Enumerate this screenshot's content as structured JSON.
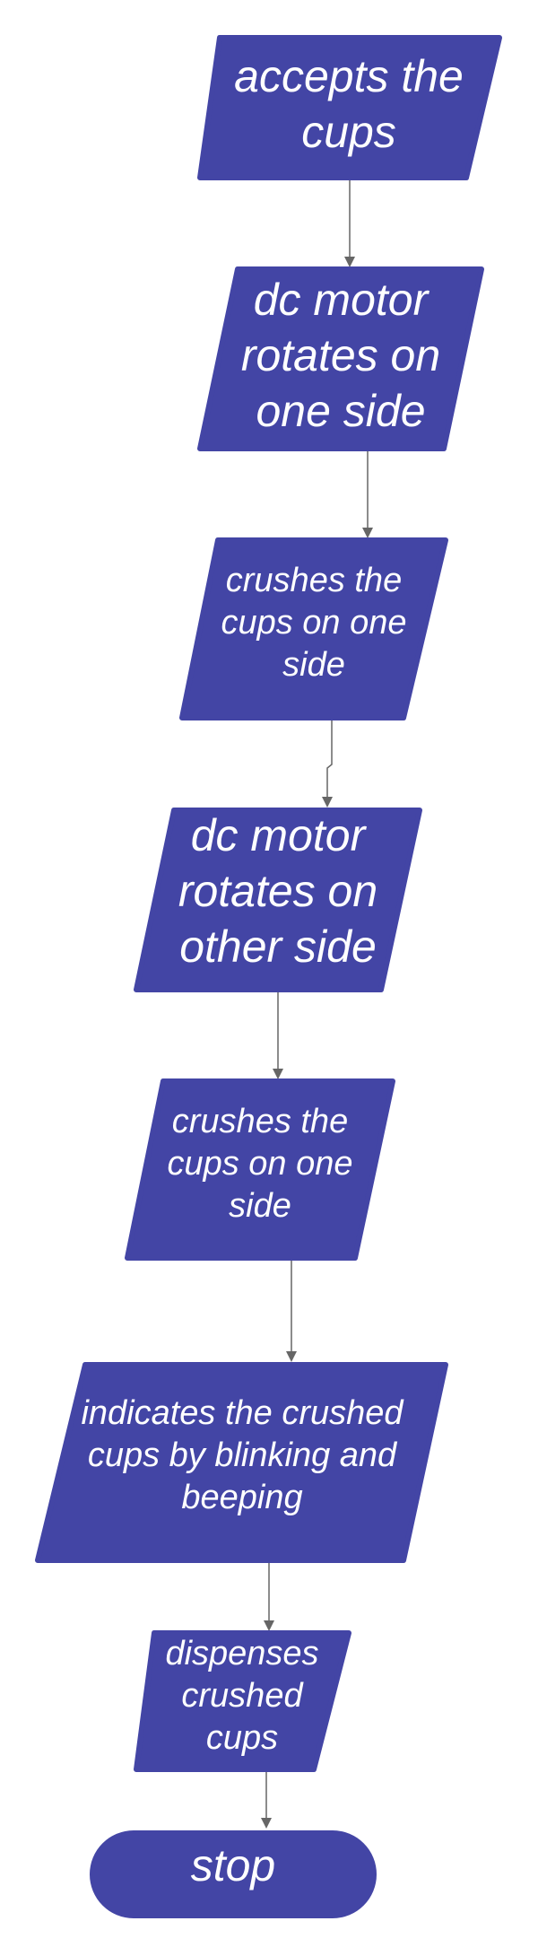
{
  "colors": {
    "node_fill": "#4345a5",
    "node_text": "#ffffff",
    "edge": "#666666",
    "background": "#ffffff"
  },
  "nodes": [
    {
      "id": "n1",
      "shape": "parallelogram",
      "lines": [
        "accepts the",
        "cups"
      ]
    },
    {
      "id": "n2",
      "shape": "parallelogram",
      "lines": [
        "dc motor",
        "rotates on",
        "one side"
      ]
    },
    {
      "id": "n3",
      "shape": "parallelogram",
      "lines": [
        "crushes the",
        "cups on one",
        "side"
      ]
    },
    {
      "id": "n4",
      "shape": "parallelogram",
      "lines": [
        "dc motor",
        "rotates on",
        "other side"
      ]
    },
    {
      "id": "n5",
      "shape": "parallelogram",
      "lines": [
        "crushes the",
        "cups on one",
        "side"
      ]
    },
    {
      "id": "n6",
      "shape": "parallelogram",
      "lines": [
        "indicates the crushed",
        "cups by blinking and",
        "beeping"
      ]
    },
    {
      "id": "n7",
      "shape": "parallelogram",
      "lines": [
        "dispenses",
        "crushed",
        "cups"
      ]
    },
    {
      "id": "n8",
      "shape": "terminator",
      "lines": [
        "stop"
      ]
    }
  ],
  "edges": [
    {
      "from": "n1",
      "to": "n2"
    },
    {
      "from": "n2",
      "to": "n3"
    },
    {
      "from": "n3",
      "to": "n4"
    },
    {
      "from": "n4",
      "to": "n5"
    },
    {
      "from": "n5",
      "to": "n6"
    },
    {
      "from": "n6",
      "to": "n7"
    },
    {
      "from": "n7",
      "to": "n8"
    }
  ]
}
